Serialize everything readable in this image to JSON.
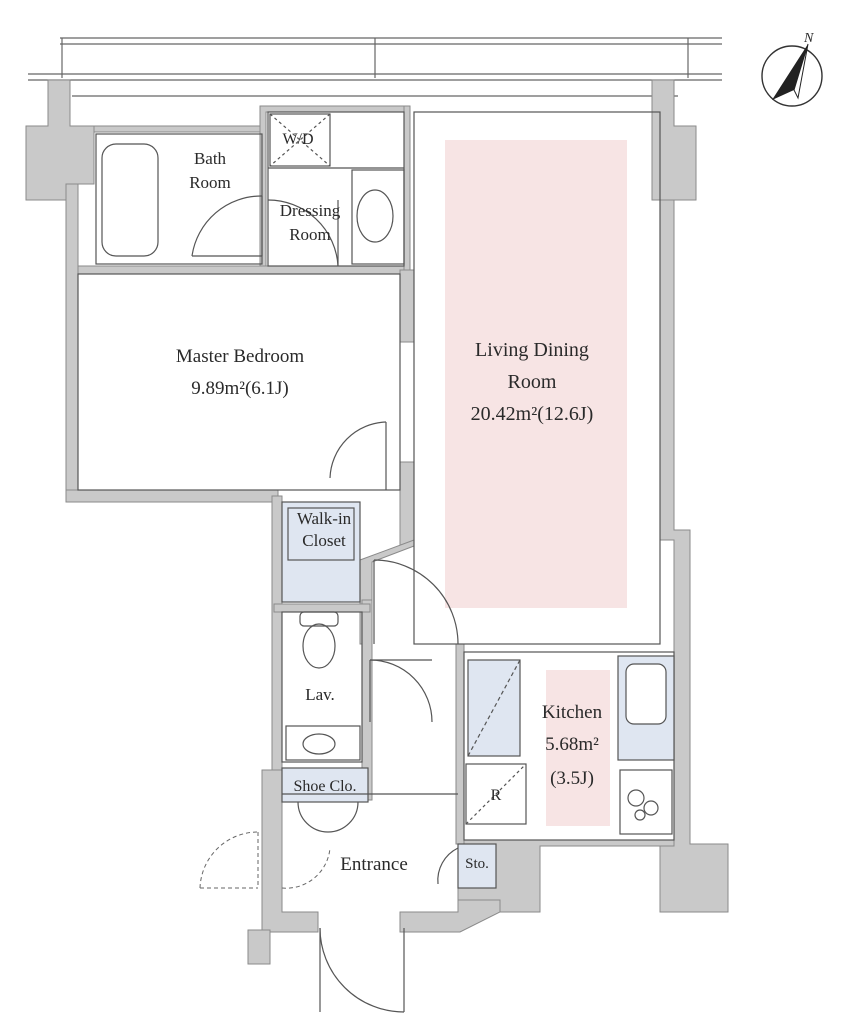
{
  "rooms": {
    "bath": {
      "line1": "Bath",
      "line2": "Room"
    },
    "wd": {
      "label": "W/D"
    },
    "dressing": {
      "line1": "Dressing",
      "line2": "Room"
    },
    "master": {
      "name": "Master Bedroom",
      "area": "9.89m²(6.1J)"
    },
    "living": {
      "line1": "Living Dining",
      "line2": "Room",
      "area": "20.42m²(12.6J)"
    },
    "walkin": {
      "line1": "Walk-in",
      "line2": "Closet"
    },
    "lav": {
      "label": "Lav."
    },
    "kitchen": {
      "name": "Kitchen",
      "area": "5.68m²",
      "tatami": "(3.5J)"
    },
    "fridge": {
      "label": "R"
    },
    "shoe": {
      "label": "Shoe Clo."
    },
    "entrance": {
      "label": "Entrance"
    },
    "storage": {
      "label": "Sto."
    }
  },
  "compass": {
    "label": "N",
    "icon": "north-arrow-icon"
  },
  "colors": {
    "wall": "#c9c9c9",
    "wall_stroke": "#8a8a8a",
    "line": "#555555",
    "living_highlight": "#f7e4e4",
    "closet_fill": "#dfe6f1"
  }
}
